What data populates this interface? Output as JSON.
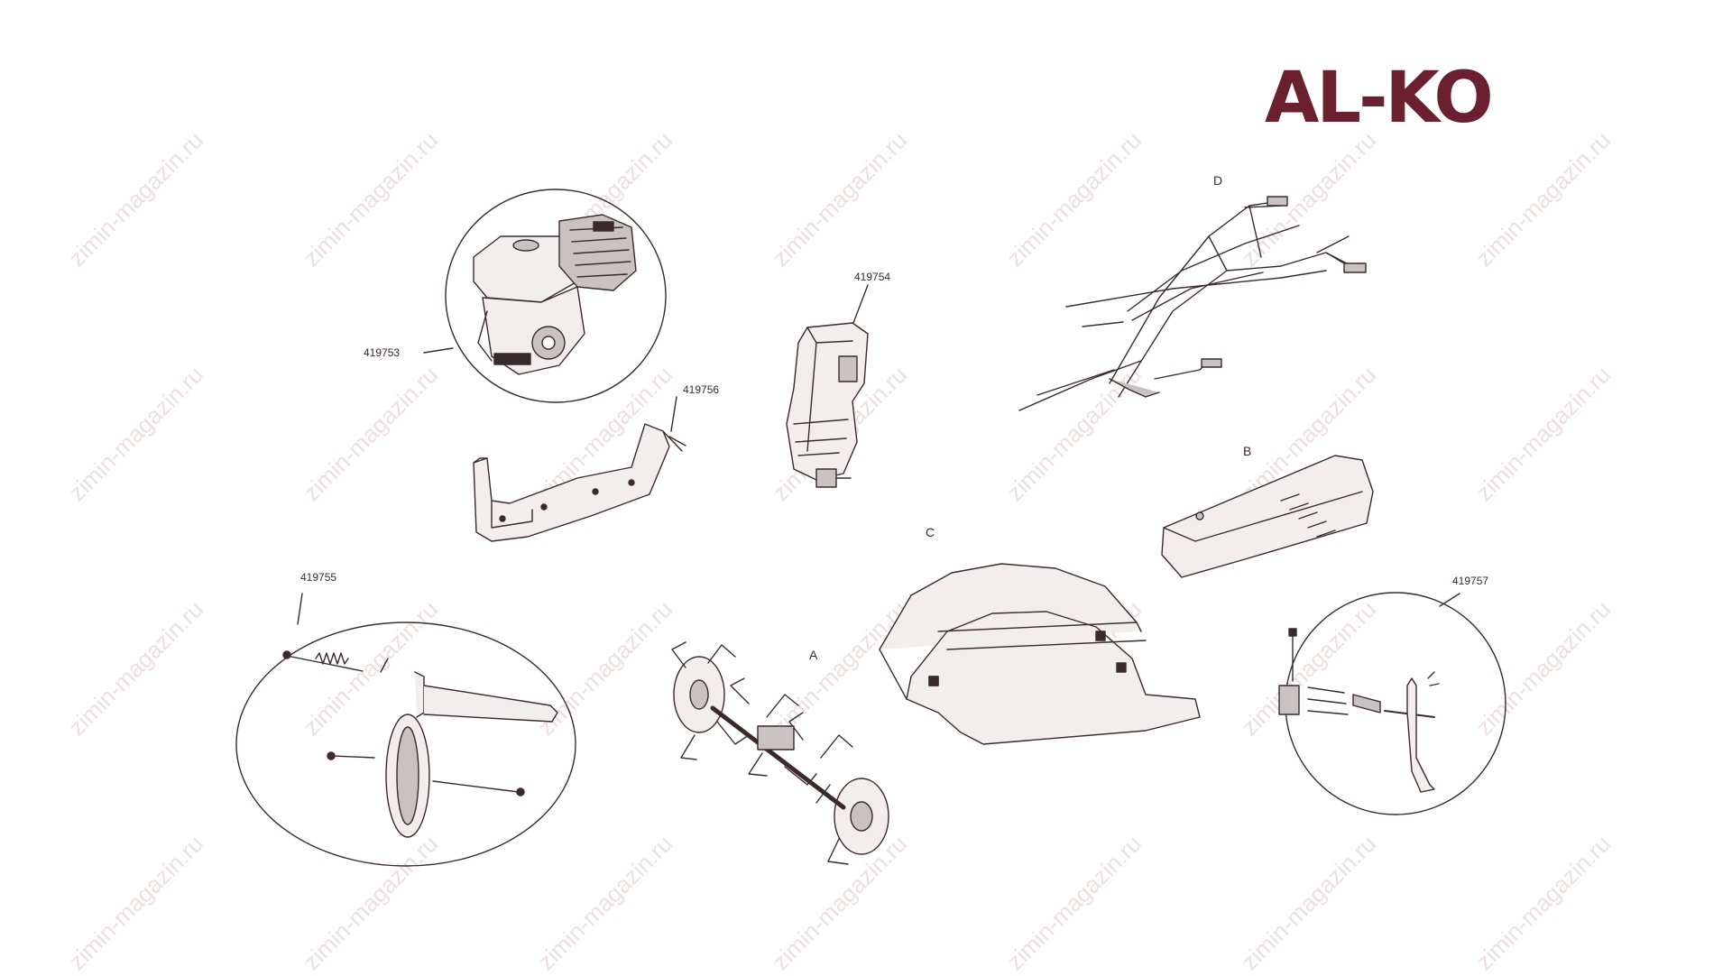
{
  "brand": {
    "logo": "AL-KO",
    "color": "#6b2030"
  },
  "colors": {
    "line": "#3a2a2e",
    "fill": "#f2eeee",
    "shade": "#c9c2c3",
    "watermark": "#ecdfe2"
  },
  "watermark": "zimin-magazin.ru",
  "parts": {
    "engine": "419753",
    "gearbox": "419754",
    "frame": "419756",
    "wheel": "419755",
    "depth_rod": "419757",
    "tiller": "A",
    "cover": "B",
    "fender": "C",
    "handlebar": "D"
  }
}
